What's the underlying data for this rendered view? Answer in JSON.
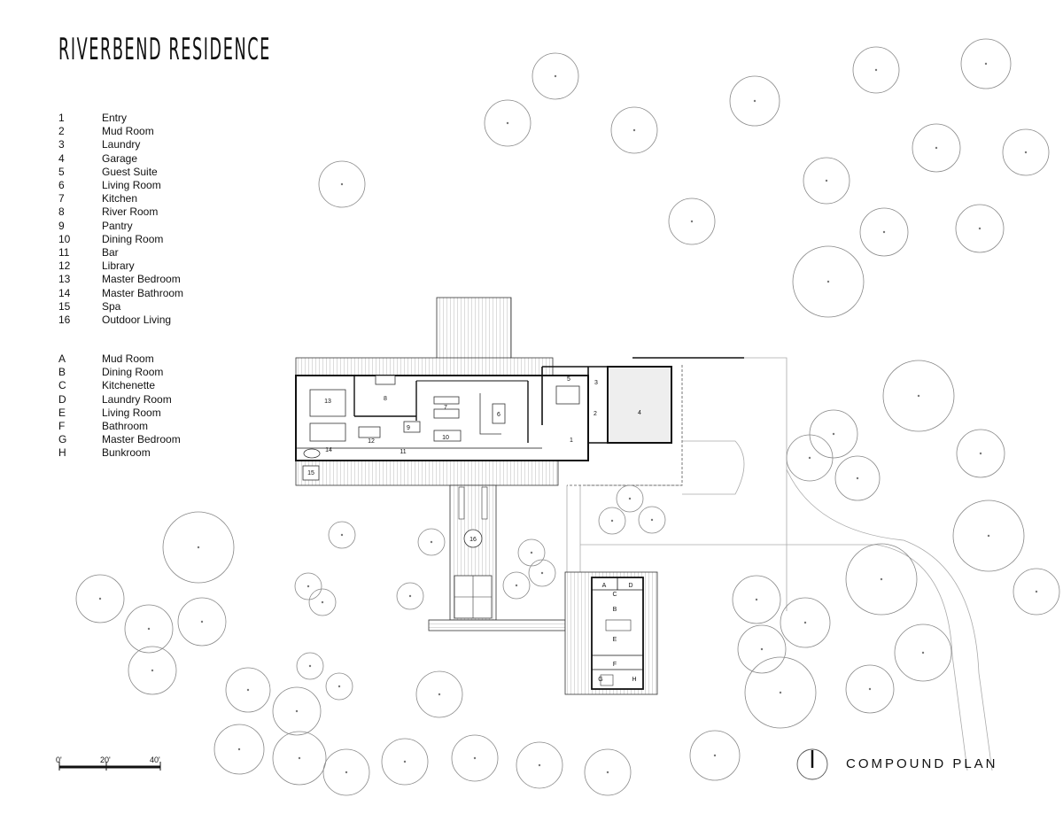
{
  "title": "RIVERBEND RESIDENCE",
  "legend_numbers": [
    {
      "key": "1",
      "label": "Entry"
    },
    {
      "key": "2",
      "label": "Mud Room"
    },
    {
      "key": "3",
      "label": "Laundry"
    },
    {
      "key": "4",
      "label": "Garage"
    },
    {
      "key": "5",
      "label": "Guest Suite"
    },
    {
      "key": "6",
      "label": "Living Room"
    },
    {
      "key": "7",
      "label": "Kitchen"
    },
    {
      "key": "8",
      "label": "River Room"
    },
    {
      "key": "9",
      "label": "Pantry"
    },
    {
      "key": "10",
      "label": "Dining Room"
    },
    {
      "key": "11",
      "label": "Bar"
    },
    {
      "key": "12",
      "label": "Library"
    },
    {
      "key": "13",
      "label": "Master Bedroom"
    },
    {
      "key": "14",
      "label": "Master Bathroom"
    },
    {
      "key": "15",
      "label": "Spa"
    },
    {
      "key": "16",
      "label": "Outdoor Living"
    }
  ],
  "legend_letters": [
    {
      "key": "A",
      "label": "Mud Room"
    },
    {
      "key": "B",
      "label": "Dining Room"
    },
    {
      "key": "C",
      "label": "Kitchenette"
    },
    {
      "key": "D",
      "label": "Laundry Room"
    },
    {
      "key": "E",
      "label": "Living Room"
    },
    {
      "key": "F",
      "label": "Bathroom"
    },
    {
      "key": "G",
      "label": "Master Bedroom"
    },
    {
      "key": "H",
      "label": "Bunkroom"
    }
  ],
  "scale": {
    "s0": "0'",
    "s1": "20'",
    "s2": "40'"
  },
  "plan_label": "COMPOUND PLAN",
  "room_tags": {
    "r1": "1",
    "r2": "2",
    "r3": "3",
    "r4": "4",
    "r5": "5",
    "r6": "6",
    "r7": "7",
    "r8": "8",
    "r9": "9",
    "r10": "10",
    "r11": "11",
    "r12": "12",
    "r13": "13",
    "r14": "14",
    "r15": "15",
    "r16": "16",
    "rA": "A",
    "rB": "B",
    "rC": "C",
    "rD": "D",
    "rE": "E",
    "rF": "F",
    "rG": "G",
    "rH": "H"
  }
}
